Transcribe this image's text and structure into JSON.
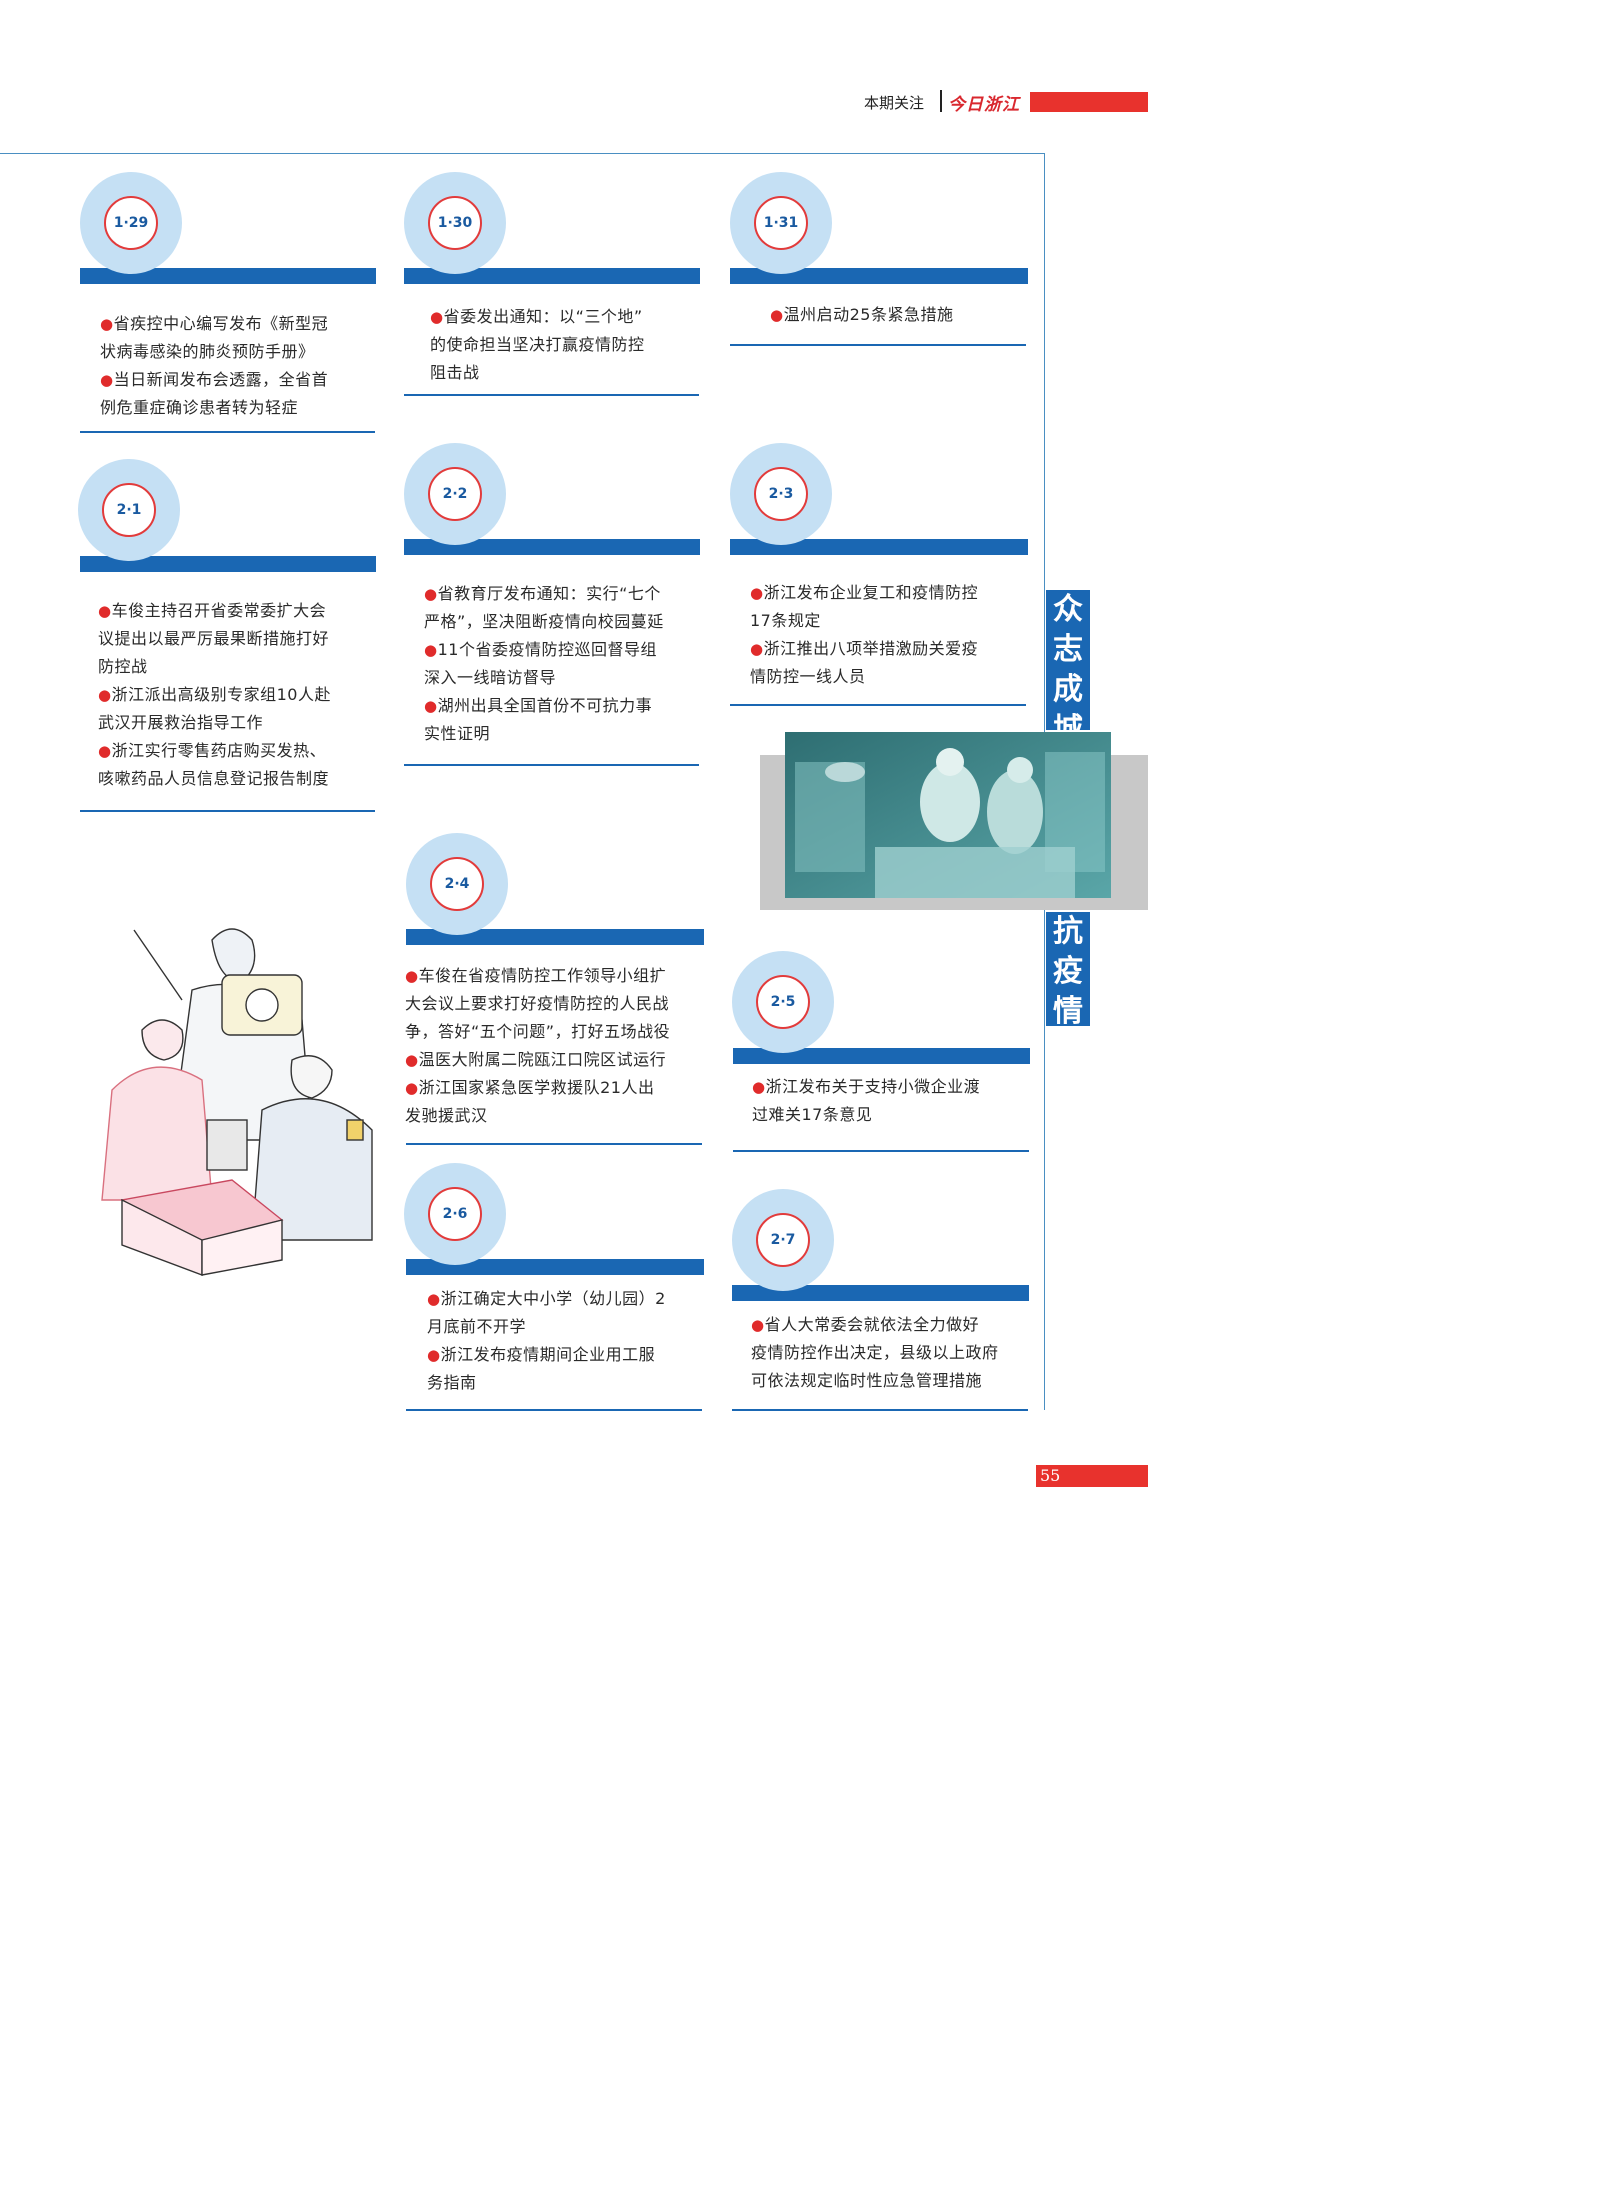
{
  "header": {
    "column_label": "本期关注",
    "logo_text": "今日浙江"
  },
  "side_banner": {
    "top_chars": [
      "众",
      "志",
      "成",
      "城"
    ],
    "bottom_chars": [
      "抗",
      "疫",
      "情"
    ]
  },
  "entries": [
    {
      "date": "1·29",
      "lines": [
        [
          true,
          "省疾控中心编写发布《新型冠"
        ],
        [
          false,
          "状病毒感染的肺炎预防手册》"
        ],
        [
          true,
          "当日新闻发布会透露，全省首"
        ],
        [
          false,
          "例危重症确诊患者转为轻症"
        ]
      ]
    },
    {
      "date": "1·30",
      "lines": [
        [
          true,
          "省委发出通知：以“三个地”"
        ],
        [
          false,
          "的使命担当坚决打赢疫情防控"
        ],
        [
          false,
          "阻击战"
        ]
      ]
    },
    {
      "date": "1·31",
      "lines": [
        [
          true,
          "温州启动25条紧急措施"
        ]
      ]
    },
    {
      "date": "2·1",
      "lines": [
        [
          true,
          "车俊主持召开省委常委扩大会"
        ],
        [
          false,
          "议提出以最严厉最果断措施打好"
        ],
        [
          false,
          "防控战"
        ],
        [
          true,
          "浙江派出高级别专家组10人赴"
        ],
        [
          false,
          "武汉开展救治指导工作"
        ],
        [
          true,
          "浙江实行零售药店购买发热、"
        ],
        [
          false,
          "咳嗽药品人员信息登记报告制度"
        ]
      ]
    },
    {
      "date": "2·2",
      "lines": [
        [
          true,
          "省教育厅发布通知：实行“七个"
        ],
        [
          false,
          "严格”，坚决阻断疫情向校园蔓延"
        ],
        [
          true,
          "11个省委疫情防控巡回督导组"
        ],
        [
          false,
          "深入一线暗访督导"
        ],
        [
          true,
          "湖州出具全国首份不可抗力事"
        ],
        [
          false,
          "实性证明"
        ]
      ]
    },
    {
      "date": "2·3",
      "lines": [
        [
          true,
          "浙江发布企业复工和疫情防控"
        ],
        [
          false,
          "17条规定"
        ],
        [
          true,
          "浙江推出八项举措激励关爱疫"
        ],
        [
          false,
          "情防控一线人员"
        ]
      ]
    },
    {
      "date": "2·4",
      "lines": [
        [
          true,
          "车俊在省疫情防控工作领导小组扩"
        ],
        [
          false,
          "大会议上要求打好疫情防控的人民战"
        ],
        [
          false,
          "争，答好“五个问题”，打好五场战役"
        ],
        [
          true,
          "温医大附属二院瓯江口院区试运行"
        ],
        [
          true,
          "浙江国家紧急医学救援队21人出"
        ],
        [
          false,
          "发驰援武汉"
        ]
      ]
    },
    {
      "date": "2·5",
      "lines": [
        [
          true,
          "浙江发布关于支持小微企业渡"
        ],
        [
          false,
          "过难关17条意见"
        ]
      ]
    },
    {
      "date": "2·6",
      "lines": [
        [
          true,
          "浙江确定大中小学（幼儿园）2"
        ],
        [
          false,
          "月底前不开学"
        ],
        [
          true,
          "浙江发布疫情期间企业用工服"
        ],
        [
          false,
          "务指南"
        ]
      ]
    },
    {
      "date": "2·7",
      "lines": [
        [
          true,
          "省人大常委会就依法全力做好"
        ],
        [
          false,
          "疫情防控作出决定，县级以上政府"
        ],
        [
          false,
          "可依法规定临时性应急管理措施"
        ]
      ]
    }
  ],
  "page_number": "55",
  "colors": {
    "accent_blue": "#1a67b3",
    "circle_light": "#c5e0f4",
    "accent_red": "#e8322d"
  }
}
